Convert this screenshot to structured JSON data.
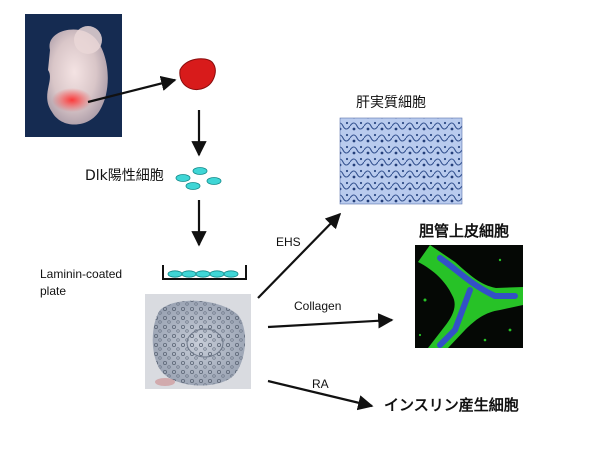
{
  "labels": {
    "dlk_cells": "Dlk陽性細胞",
    "laminin_line1": "Laminin-coated",
    "laminin_line2": "plate",
    "hepatocyte": "肝実質細胞",
    "cholangiocyte": "胆管上皮細胞",
    "insulin_cell": "インスリン産生細胞",
    "ehs": "EHS",
    "collagen": "Collagen",
    "ra": "RA"
  },
  "colors": {
    "arrow": "#111111",
    "liver": "#d81b1b",
    "cell_cyan": "#3fd6d6",
    "bile_green": "#27c227",
    "bile_blue": "#3350c8",
    "micrograph_blue": "#8aa6d6",
    "colony_gray": "#a9b2c0"
  }
}
